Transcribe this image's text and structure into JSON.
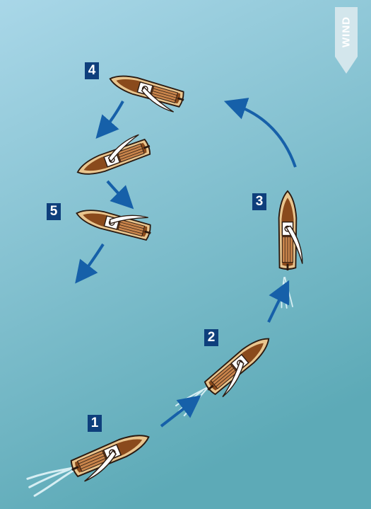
{
  "wind": {
    "label": "WIND"
  },
  "steps": [
    {
      "number": "1"
    },
    {
      "number": "2"
    },
    {
      "number": "3"
    },
    {
      "number": "4"
    },
    {
      "number": "5"
    }
  ],
  "colors": {
    "sea_top": "#a9d7e8",
    "sea_bottom": "#5daab7",
    "arrow": "#1660a9",
    "label_bg": "#0e3f7c",
    "hull": "#8a4a1c",
    "deck": "#c8844b",
    "sail": "#ffffff",
    "wake": "#d6eef3",
    "wind_sign": "#d3e6ec"
  }
}
